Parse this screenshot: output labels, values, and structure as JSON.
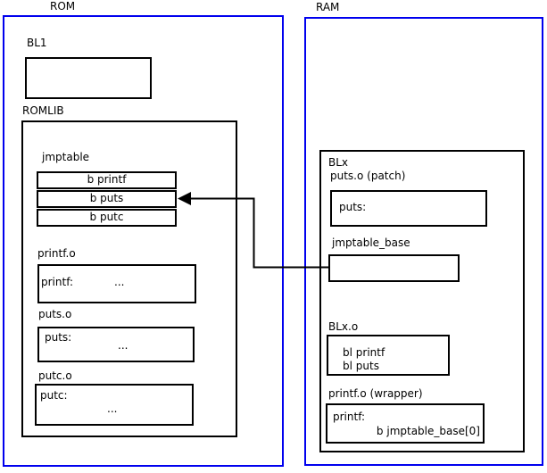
{
  "rom": {
    "label": "ROM",
    "bl1": {
      "label": "BL1"
    },
    "romlib": {
      "label": "ROMLIB",
      "jmptable": {
        "label": "jmptable",
        "rows": [
          "b printf",
          "b puts",
          "b putc"
        ]
      },
      "printf_o": {
        "label": "printf.o",
        "symbol": "printf:",
        "body": "..."
      },
      "puts_o": {
        "label": "puts.o",
        "symbol": "puts:",
        "body": "..."
      },
      "putc_o": {
        "label": "putc.o",
        "symbol": "putc:",
        "body": "..."
      }
    }
  },
  "ram": {
    "label": "RAM",
    "blx": {
      "label": "BLx",
      "puts_patch": {
        "label": "puts.o (patch)",
        "symbol": "puts:"
      },
      "jmptable_base": {
        "label": "jmptable_base"
      },
      "blx_o": {
        "label": "BLx.o",
        "instructions": [
          "bl printf",
          "bl puts"
        ]
      },
      "printf_wrapper": {
        "label": "printf.o (wrapper)",
        "symbol": "printf:",
        "instruction": "b jmptable_base[0]"
      }
    }
  },
  "connector": {
    "name": "jmptable_base to jmptable b puts",
    "direction": "left"
  },
  "colors": {
    "frame_blue": "#0000ee",
    "line_black": "#000000",
    "background": "#ffffff"
  }
}
